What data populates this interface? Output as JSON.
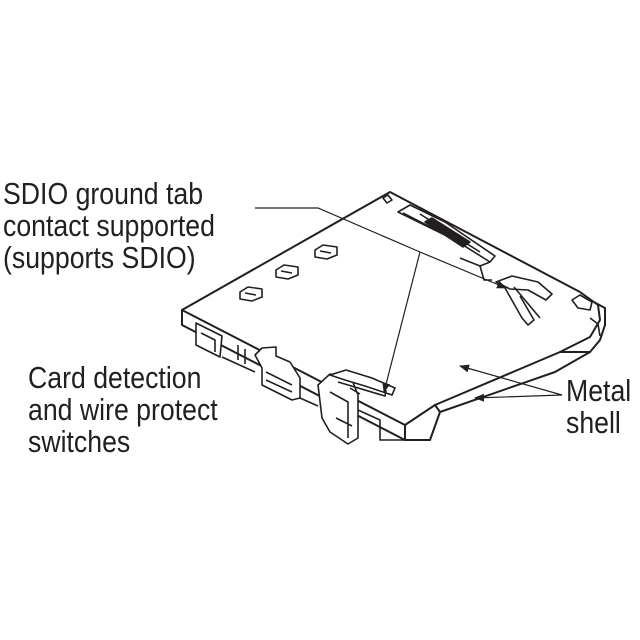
{
  "callouts": {
    "sdio": {
      "lines": [
        "SDIO ground tab",
        "contact supported",
        "(supports SDIO)"
      ]
    },
    "card_detection": {
      "lines": [
        "Card detection",
        "and wire protect",
        "switches"
      ]
    },
    "metal_shell": {
      "lines": [
        "Metal",
        "shell"
      ]
    }
  },
  "colors": {
    "ink": "#231f20",
    "fill": "#ffffff"
  }
}
